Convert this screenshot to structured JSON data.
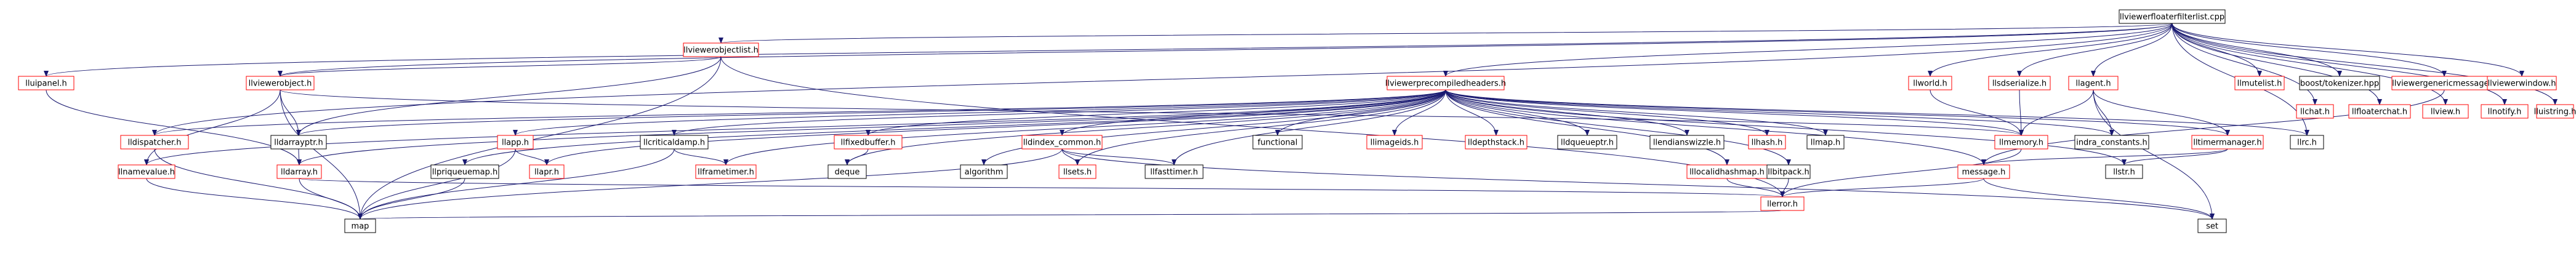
{
  "graph": {
    "root_fill": "#bfbfbf",
    "node_stroke_local": "#000000",
    "node_stroke_linked": "#ff0000",
    "edge_color": "#191970",
    "nodes": [
      {
        "id": "root",
        "label": "llviewerfloaterfilterlist.cpp"
      },
      {
        "id": "viewerobjectlist",
        "label": "llviewerobjectlist.h"
      },
      {
        "id": "viewerprecomp",
        "label": "llviewerprecompiledheaders.h"
      },
      {
        "id": "uipanel",
        "label": "lluipanel.h"
      },
      {
        "id": "viewerobject",
        "label": "llviewerobject.h"
      },
      {
        "id": "world",
        "label": "llworld.h"
      },
      {
        "id": "sdserialize",
        "label": "llsdserialize.h"
      },
      {
        "id": "agent",
        "label": "llagent.h"
      },
      {
        "id": "mutelist",
        "label": "llmutelist.h"
      },
      {
        "id": "boosttok",
        "label": "boost/tokenizer.hpp"
      },
      {
        "id": "genmsg",
        "label": "llviewergenericmessage.h"
      },
      {
        "id": "viewerwindow",
        "label": "llviewerwindow.h"
      },
      {
        "id": "chat",
        "label": "llchat.h"
      },
      {
        "id": "floaterchat",
        "label": "llfloaterchat.h"
      },
      {
        "id": "view",
        "label": "llview.h"
      },
      {
        "id": "notify",
        "label": "llnotify.h"
      },
      {
        "id": "lluistring",
        "label": "lluistring.h"
      },
      {
        "id": "dispatcher",
        "label": "lldispatcher.h"
      },
      {
        "id": "darrayptr",
        "label": "lldarrayptr.h"
      },
      {
        "id": "namevalue",
        "label": "llnamevalue.h"
      },
      {
        "id": "darray",
        "label": "lldarray.h"
      },
      {
        "id": "lapp",
        "label": "llapp.h"
      },
      {
        "id": "apr",
        "label": "llapr.h"
      },
      {
        "id": "critdamp",
        "label": "llcriticaldamp.h"
      },
      {
        "id": "frametimer",
        "label": "llframetimer.h"
      },
      {
        "id": "prioqueue",
        "label": "llpriqueuemap.h"
      },
      {
        "id": "fixedbuffer",
        "label": "llfixedbuffer.h"
      },
      {
        "id": "deque",
        "label": "deque"
      },
      {
        "id": "algorithm",
        "label": "algorithm"
      },
      {
        "id": "indra_common",
        "label": "lldindex_common.h"
      },
      {
        "id": "llsets",
        "label": "llsets.h"
      },
      {
        "id": "fasttimer",
        "label": "llfasttimer.h"
      },
      {
        "id": "functional",
        "label": "functional"
      },
      {
        "id": "imageids",
        "label": "llimageids.h"
      },
      {
        "id": "depthstack",
        "label": "lldepthstack.h"
      },
      {
        "id": "dqueueptr",
        "label": "lldqueueptr.h"
      },
      {
        "id": "endian",
        "label": "llendianswizzle.h"
      },
      {
        "id": "hash",
        "label": "llhash.h"
      },
      {
        "id": "llmap",
        "label": "llmap.h"
      },
      {
        "id": "localhash",
        "label": "lllocalidhashmap.h"
      },
      {
        "id": "bitpack",
        "label": "llbitpack.h"
      },
      {
        "id": "llmemory",
        "label": "llmemory.h"
      },
      {
        "id": "indraconst",
        "label": "indra_constants.h"
      },
      {
        "id": "timermgr",
        "label": "lltimermanager.h"
      },
      {
        "id": "llrc",
        "label": "llrc.h"
      },
      {
        "id": "message",
        "label": "message.h"
      },
      {
        "id": "llstr",
        "label": "llstr.h"
      },
      {
        "id": "llerror",
        "label": "llerror.h"
      },
      {
        "id": "map",
        "label": "map"
      },
      {
        "id": "set",
        "label": "set"
      }
    ]
  }
}
